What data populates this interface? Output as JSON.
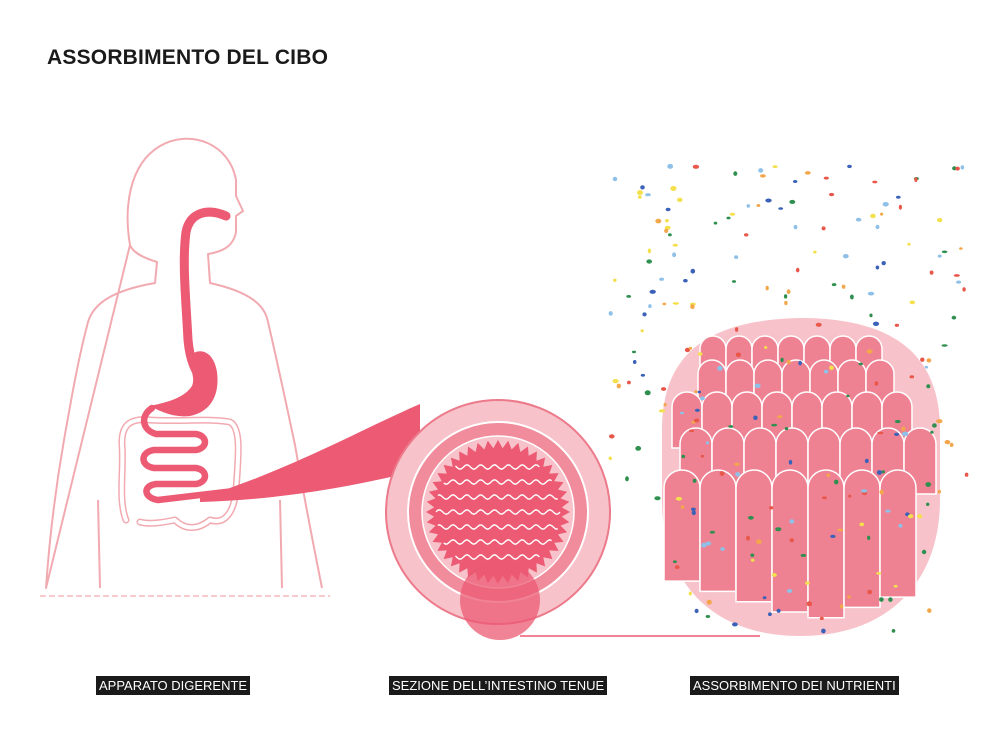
{
  "title": "ASSORBIMENTO DEL CIBO",
  "panels": [
    {
      "caption": "APPARATO DIGERENTE"
    },
    {
      "caption": "SEZIONE DELL’INTESTINO TENUE"
    },
    {
      "caption": "ASSORBIMENTO DEI NUTRIENTI"
    }
  ],
  "colors": {
    "outline": "#f2aab1",
    "organ": "#ec5a73",
    "tissue": "#f08c9b",
    "tissue_light": "#f7c2c9",
    "villus": "#ee8293",
    "nutrients": [
      "#f4e04d",
      "#e8574a",
      "#2f8f4e",
      "#3b62b8",
      "#f3a64a",
      "#8fc1e8"
    ]
  }
}
